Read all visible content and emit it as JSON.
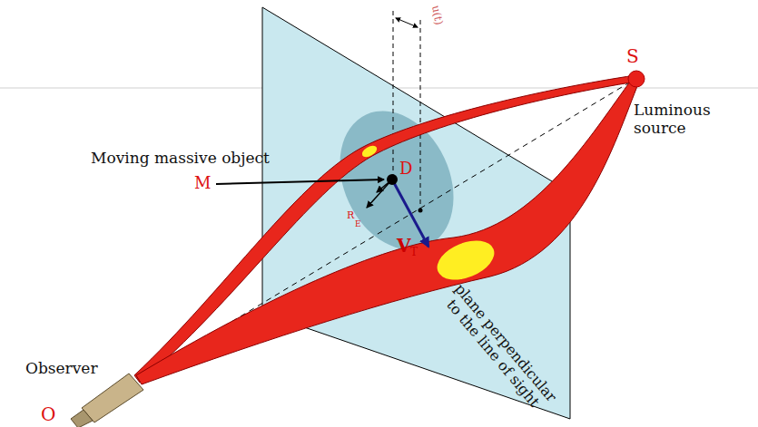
{
  "diagram": {
    "labels": [
      "u(t)",
      "S",
      "Luminous source",
      "Moving massive object",
      "M",
      "D",
      "R",
      "E",
      "V",
      "T",
      "plane perpendicular to the line of sight",
      "Observer",
      "O"
    ]
  }
}
